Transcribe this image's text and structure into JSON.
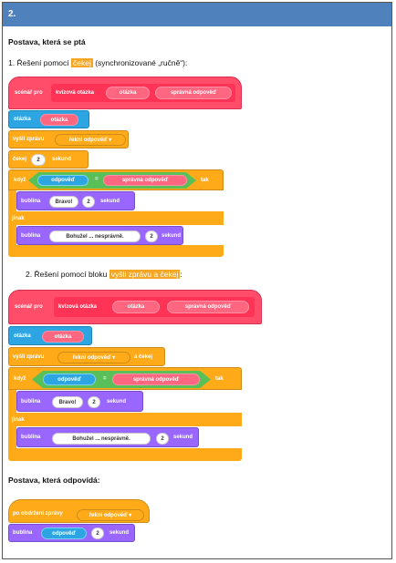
{
  "header": {
    "number": "2."
  },
  "section1": {
    "title": "Postava, která se ptá",
    "item1_prefix": "1. Řešení pomocí",
    "item1_highlight": "čekej",
    "item1_suffix": "(synchronizované „ručně“):",
    "item2_prefix": "2.   Řešení pomocí bloku",
    "item2_highlight": "vyšli zprávu a čekej",
    "item2_suffix": ":"
  },
  "blocks": {
    "define_label": "scénář pro",
    "define_name": "kvízová otázka",
    "param_question": "otázka",
    "param_answer": "správná odpověď",
    "ask_label": "otázka",
    "ask_arg": "otázka",
    "broadcast_label": "vyšli zprávu",
    "broadcast_msg": "řekni odpověď",
    "broadcast_and_wait_suffix": "a čekej",
    "wait_label": "čekej",
    "wait_value": "2",
    "wait_unit": "sekund",
    "if_label": "když",
    "then_label": "tak",
    "answer_reporter": "odpověď",
    "equals": "=",
    "correct_reporter": "správná odpověď",
    "say_label": "bublina",
    "say_bravo": "Bravo!",
    "say_secs": "2",
    "say_unit": "sekund",
    "else_label": "jinak",
    "say_wrong": "Bohužel ... nesprávně.",
    "when_receive_label": "po obdržení zprávy",
    "when_receive_msg": "řekni odpověď"
  },
  "section2": {
    "title": "Postava, která odpovídá:"
  }
}
